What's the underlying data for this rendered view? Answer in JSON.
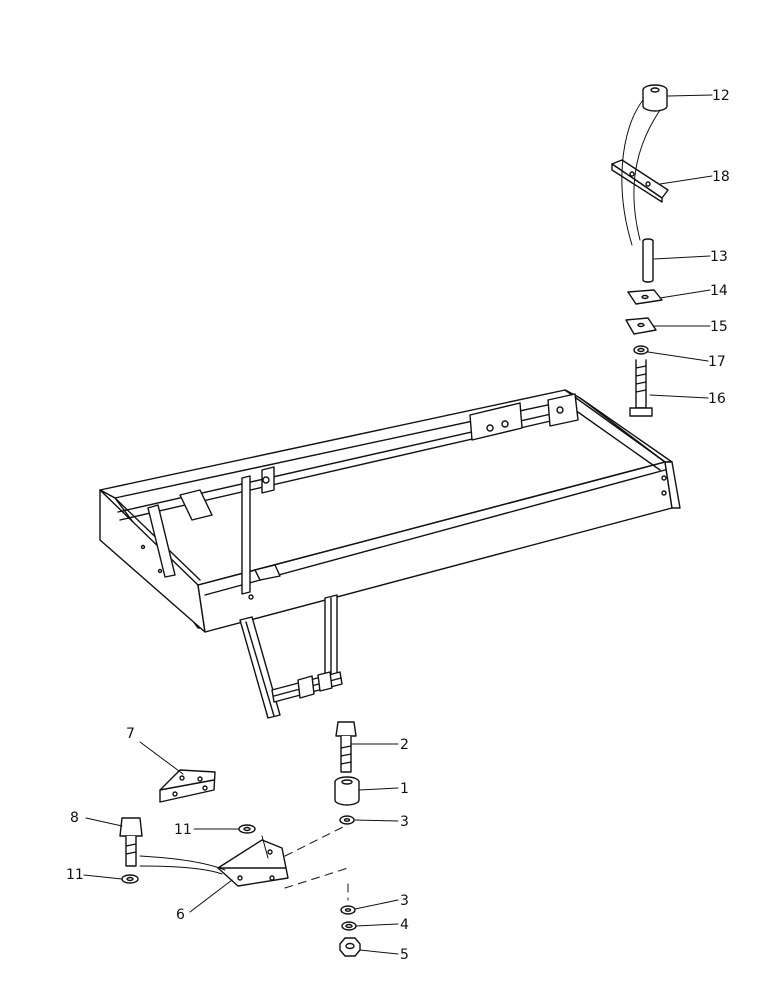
{
  "callouts": [
    {
      "id": "12",
      "text": "12"
    },
    {
      "id": "18",
      "text": "18"
    },
    {
      "id": "13",
      "text": "13"
    },
    {
      "id": "14",
      "text": "14"
    },
    {
      "id": "15",
      "text": "15"
    },
    {
      "id": "17",
      "text": "17"
    },
    {
      "id": "16",
      "text": "16"
    },
    {
      "id": "7",
      "text": "7"
    },
    {
      "id": "2",
      "text": "2"
    },
    {
      "id": "1",
      "text": "1"
    },
    {
      "id": "8",
      "text": "8"
    },
    {
      "id": "11a",
      "text": "11"
    },
    {
      "id": "3a",
      "text": "3"
    },
    {
      "id": "11b",
      "text": "11"
    },
    {
      "id": "3b",
      "text": "3"
    },
    {
      "id": "4",
      "text": "4"
    },
    {
      "id": "6",
      "text": "6"
    },
    {
      "id": "5",
      "text": "5"
    }
  ]
}
